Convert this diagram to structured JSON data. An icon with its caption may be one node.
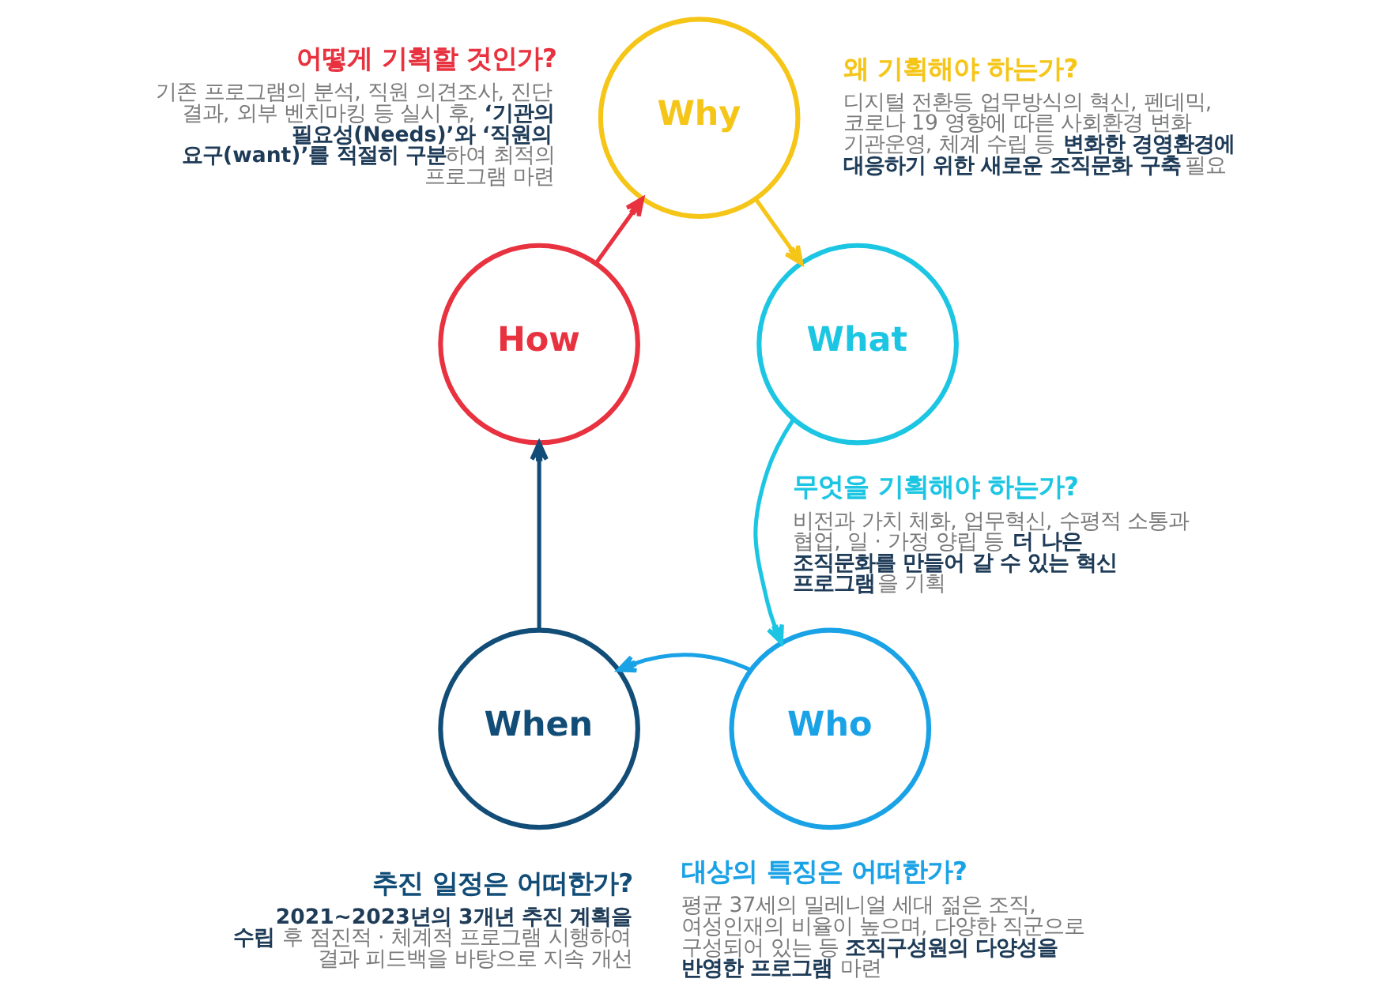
{
  "diagram": {
    "nodes": [
      {
        "text": [
          "Why"
        ],
        "beside": [
          "왜 기획해야 하는가?",
          "디지털 전환등 업무방식의 혁신, 펜데믹, 코로나 19 영향에 따른 사회환경 변화 기관운영, 체계 수립 등 **변화한 경영환경에 대응하기 위한 새로운 조직문화 구축** 필요"
        ]
      },
      {
        "text": [
          "How"
        ],
        "beside": [
          "어떻게 기획할 것인가?",
          "기존 프로그램의 분석, 직원 의견조사, 진단 결과, 외부 벤치마킹 등 실시 후, **‘기관의 필요성(Needs)’와 ‘직원의 요구(want)’를 적절히 구분**하여 최적의 프로그램 마련"
        ]
      },
      {
        "text": [
          "What"
        ],
        "beside": [
          "무엇을 기획해야 하는가?",
          "비전과 가치 체화, 업무혁신, 수평적 소통과 협업, 일 · 가정 양립 등 **더 나은 조직문화를 만들어 갈 수 있는 혁신 프로그램**을 기획"
        ]
      },
      {
        "text": [
          "When"
        ],
        "beside": [
          "추진 일정은 어떠한가?",
          "**2021~2023년의 3개년 추진 계획을 수립** 후 점진적 · 체계적 프로그램 시행하여 결과 피드백을 바탕으로 지속 개선"
        ]
      },
      {
        "text": [
          "Who"
        ],
        "beside": [
          "대상의 특징은 어떠한가?",
          "평균 37세의 밀레니얼 세대 젊은 조직, 여성인재의 비율이 높으며, 다양한 직군으로 구성되어 있는 등 **조직구성원의 다양성을 반영한 프로그램** 마련"
        ]
      }
    ],
    "edges": [
      {
        "from": 0,
        "to": 2,
        "arrow": "to",
        "color": "#f5c518"
      },
      {
        "from": 2,
        "to": 4,
        "arrow": "to",
        "color": "#1cc6e3"
      },
      {
        "from": 4,
        "to": 3,
        "arrow": "to",
        "color": "#1aa2e6"
      },
      {
        "from": 3,
        "to": 1,
        "arrow": "to",
        "color": "#124d78"
      },
      {
        "from": 1,
        "to": 0,
        "arrow": "to",
        "color": "#e8323f"
      }
    ]
  }
}
